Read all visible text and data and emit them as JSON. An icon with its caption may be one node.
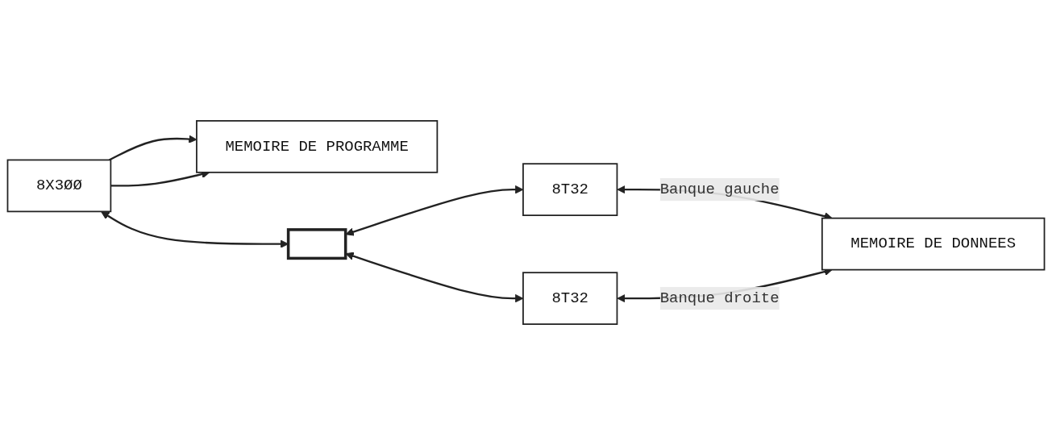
{
  "diagram": {
    "nodes": [
      {
        "text": [
          "MEMOIRE DE PROGRAMME"
        ]
      },
      {
        "text": [
          "8X3ØØ"
        ]
      },
      {
        "text": [],
        "shape": "bar"
      },
      {
        "text": [
          "8T32"
        ]
      },
      {
        "text": [
          "8T32"
        ]
      },
      {
        "text": [
          "MEMOIRE DE DONNEES"
        ]
      }
    ],
    "edges": [
      {
        "from": 1,
        "to": 0,
        "arrow": "to"
      },
      {
        "from": 1,
        "to": 0,
        "arrow": "to"
      },
      {
        "from": 1,
        "to": 2,
        "arrow": "both"
      },
      {
        "from": 2,
        "to": 3,
        "arrow": "both"
      },
      {
        "from": 2,
        "to": 4,
        "arrow": "both"
      },
      {
        "from": 3,
        "to": 5,
        "arrow": "both",
        "label": "Banque gauche"
      },
      {
        "from": 4,
        "to": 5,
        "arrow": "both",
        "label": "Banque droite"
      }
    ]
  }
}
